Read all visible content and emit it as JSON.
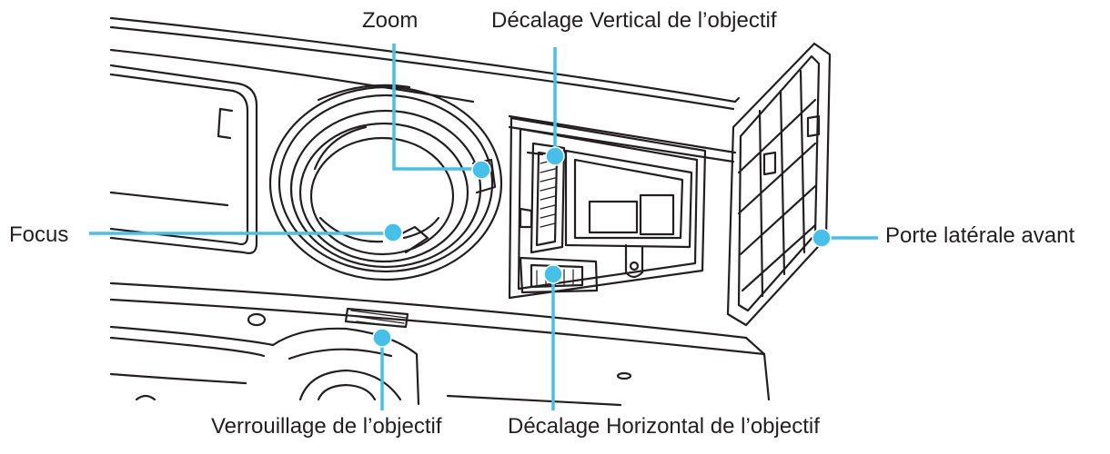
{
  "colors": {
    "callout": "#45c0e8",
    "line_art": "#231f20",
    "background": "#ffffff"
  },
  "labels": {
    "zoom": "Zoom",
    "vertical_shift": "Décalage Vertical de l’objectif",
    "focus": "Focus",
    "side_door": "Porte latérale avant",
    "lens_lock": "Verrouillage de l’objectif",
    "horizontal_shift": "Décalage Horizontal de l’objectif"
  }
}
